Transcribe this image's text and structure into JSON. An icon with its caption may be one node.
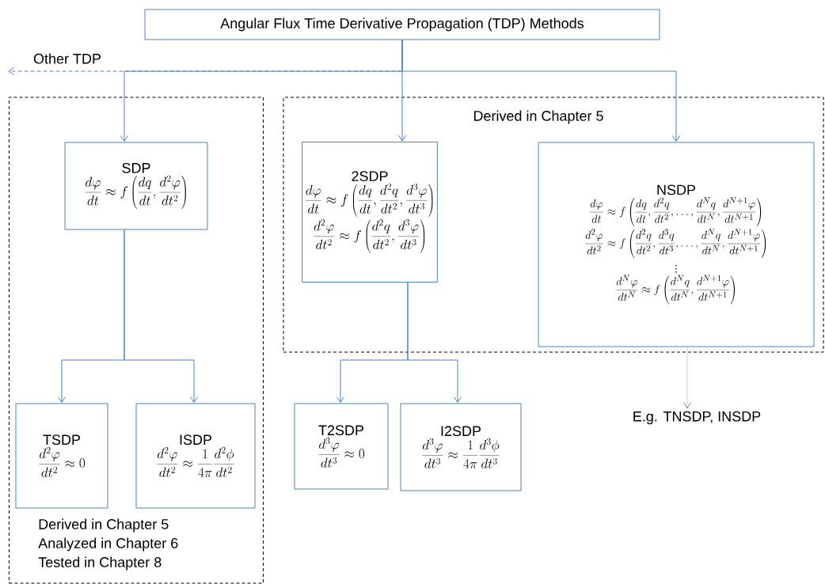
{
  "diagram": {
    "nodes": [
      {
        "text": [
          "Angular Flux Time Derivative Propagation (TDP) Methods"
        ]
      },
      {
        "text": [
          "Derived in Chapter 5",
          "Analyzed in Chapter 6",
          "Tested in Chapter 8"
        ]
      },
      {
        "text": [
          "Derived in Chapter 5"
        ]
      },
      {
        "text": [
          "SDP",
          "\\frac{d\\varphi}{dt}\\approx f\\left(\\frac{dq}{dt},\\frac{d^2\\varphi}{dt^2}\\right)"
        ],
        "in": 1
      },
      {
        "text": [
          "2SDP",
          "\\frac{d\\varphi}{dt}\\approx f\\left(\\frac{dq}{dt},\\frac{d^2q}{dt^2},\\frac{d^3\\varphi}{dt^3}\\right)",
          "\\frac{d^2\\varphi}{dt^2}\\approx f\\left(\\frac{d^2q}{dt^2},\\frac{d^3\\varphi}{dt^3}\\right)"
        ],
        "in": 2
      },
      {
        "text": [
          "NSDP",
          "\\frac{d\\varphi}{dt}\\approx f\\left(\\frac{dq}{dt},\\frac{d^2q}{dt^2},\\ldots,\\frac{d^Nq}{dt^N},\\frac{d^{N+1}\\varphi}{dt^{N+1}}\\right)",
          "\\frac{d^2\\varphi}{dt^2}\\approx f\\left(\\frac{d^2q}{dt^2},\\frac{d^3q}{dt^3},\\ldots,\\frac{d^Nq}{dt^N},\\frac{d^{N+1}\\varphi}{dt^{N+1}}\\right)",
          "\\vdots",
          "\\frac{d^N\\varphi}{dt^N}\\approx f\\left(\\frac{d^Nq}{dt^N},\\frac{d^{N+1}\\varphi}{dt^{N+1}}\\right)"
        ],
        "in": 2
      },
      {
        "text": [
          "TSDP",
          "\\frac{d^2\\varphi}{dt^2}\\approx 0"
        ],
        "in": 1
      },
      {
        "text": [
          "ISDP",
          "\\frac{d^2\\varphi}{dt^2}\\approx\\frac{1}{4\\pi}\\frac{d^2\\phi}{dt^2}"
        ],
        "in": 1
      },
      {
        "text": [
          "T2SDP",
          "\\frac{d^3\\varphi}{dt^3}\\approx 0"
        ]
      },
      {
        "text": [
          "I2SDP",
          "\\frac{d^3\\varphi}{dt^3}\\approx\\frac{1}{4\\pi}\\frac{d^3\\phi}{dt^3}"
        ]
      },
      {
        "text": [
          "E.g. TNSDP, INSDP"
        ]
      }
    ],
    "edges": [
      {
        "from": 0,
        "to": null,
        "arrow": "to",
        "label": "Other TDP",
        "style": "dashed"
      },
      {
        "from": 0,
        "to": 3,
        "arrow": "to"
      },
      {
        "from": 0,
        "to": 4,
        "arrow": "to"
      },
      {
        "from": 0,
        "to": 5,
        "arrow": "to"
      },
      {
        "from": 3,
        "to": 6,
        "arrow": "to"
      },
      {
        "from": 3,
        "to": 7,
        "arrow": "to"
      },
      {
        "from": 4,
        "to": 8,
        "arrow": "to"
      },
      {
        "from": 4,
        "to": 9,
        "arrow": "to"
      },
      {
        "from": 5,
        "to": 10,
        "arrow": "to",
        "style": "dashed"
      }
    ]
  }
}
